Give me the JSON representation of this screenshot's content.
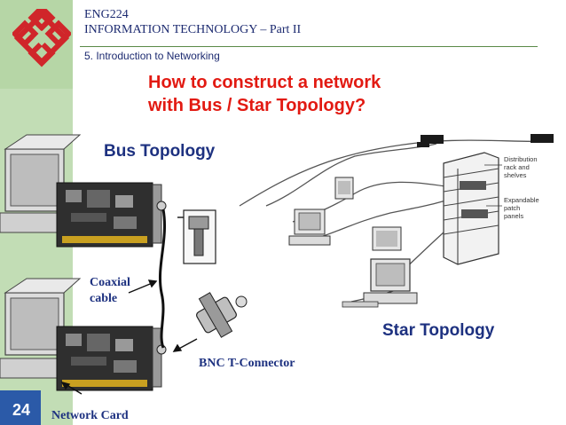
{
  "header": {
    "course_code": "ENG224",
    "course_title": "INFORMATION TECHNOLOGY – Part II",
    "chapter": "5. Introduction to Networking"
  },
  "slide": {
    "title_line1": "How to construct a network",
    "title_line2": "with Bus / Star Topology?",
    "page_number": "24"
  },
  "bus": {
    "title": "Bus Topology",
    "coaxial_label_line1": "Coaxial",
    "coaxial_label_line2": "cable",
    "bnc_label": "BNC T-Connector",
    "network_card_label": "Network Card"
  },
  "star": {
    "title": "Star Topology",
    "callouts": [
      [
        "Distribution",
        "rack and",
        "shelves"
      ],
      [
        "Expandable",
        "patch",
        "panels"
      ]
    ]
  },
  "colors": {
    "sidebar": "#c2ddb5",
    "title_red": "#e21a12",
    "navy": "#1d3180",
    "logo_red": "#d0262a"
  }
}
